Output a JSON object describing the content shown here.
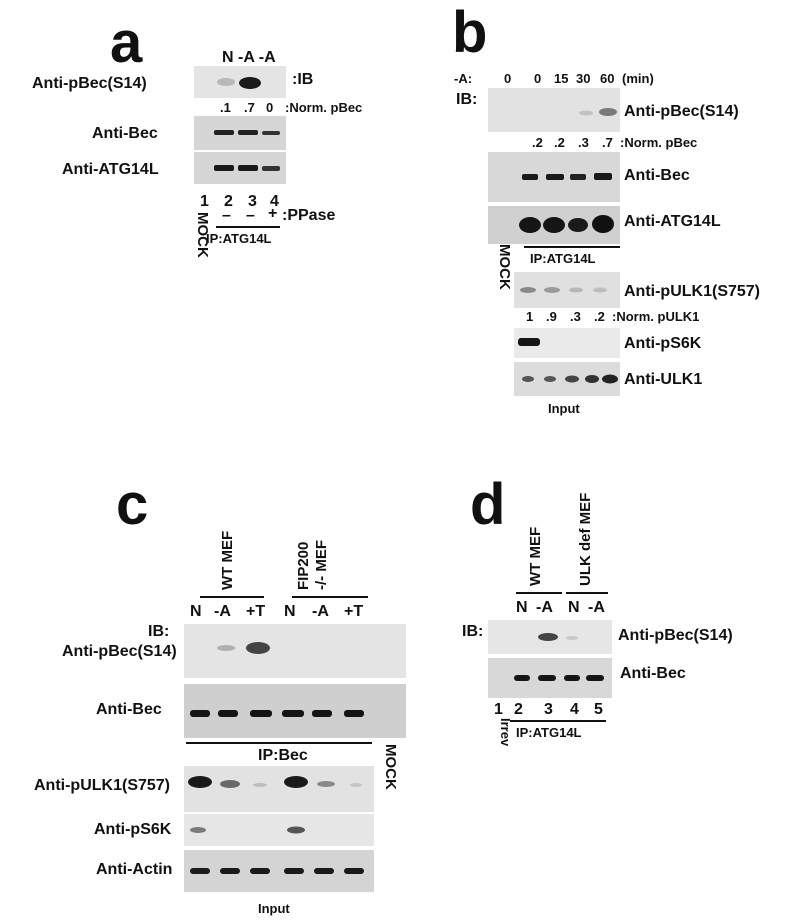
{
  "panel_a": {
    "letter": "a",
    "lane_header": "N -A -A",
    "ib_tag": ":IB",
    "norm_values": [
      ".1",
      ".7",
      "0"
    ],
    "norm_label": ":Norm. pBec",
    "blot_labels": [
      "Anti-pBec(S14)",
      "Anti-Bec",
      "Anti-ATG14L"
    ],
    "lane_numbers": [
      "1",
      "2",
      "3",
      "4"
    ],
    "ppase_marks": [
      "–",
      "–",
      "+"
    ],
    "ppase_label": ":PPase",
    "ip_label": "IP:ATG14L",
    "mock_label": "MOCK"
  },
  "panel_b": {
    "letter": "b",
    "time_prefix": "-A:",
    "times": [
      "0",
      "0",
      "15",
      "30",
      "60"
    ],
    "time_unit": "(min)",
    "ib_label": "IB:",
    "norm_pbec_values": [
      ".2",
      ".2",
      ".3",
      ".7"
    ],
    "norm_pbec_label": ":Norm. pBec",
    "blot_labels": [
      "Anti-pBec(S14)",
      "Anti-Bec",
      "Anti-ATG14L"
    ],
    "ip_label": "IP:ATG14L",
    "mock_label": "MOCK",
    "input_blot_labels": [
      "Anti-pULK1(S757)",
      "Anti-pS6K",
      "Anti-ULK1"
    ],
    "norm_pulk1_values": [
      "1",
      ".9",
      ".3",
      ".2"
    ],
    "norm_pulk1_label": ":Norm. pULK1",
    "input_label": "Input"
  },
  "panel_c": {
    "letter": "c",
    "group1": "WT MEF",
    "group2_line1": "FIP200",
    "group2_line2": "-/- MEF",
    "lanes": [
      "N",
      "-A",
      "+T",
      "N",
      "-A",
      "+T"
    ],
    "ib_label": "IB:",
    "blot_labels": [
      "Anti-pBec(S14)",
      "Anti-Bec"
    ],
    "ip_label": "IP:Bec",
    "mock_label": "MOCK",
    "input_blot_labels": [
      "Anti-pULK1(S757)",
      "Anti-pS6K",
      "Anti-Actin"
    ],
    "input_label": "Input"
  },
  "panel_d": {
    "letter": "d",
    "group1": "WT MEF",
    "group2": "ULK def MEF",
    "lanes": [
      "N",
      "-A",
      "N",
      "-A"
    ],
    "ib_label": "IB:",
    "blot_labels": [
      "Anti-pBec(S14)",
      "Anti-Bec"
    ],
    "lane_numbers": [
      "1",
      "2",
      "3",
      "4",
      "5"
    ],
    "irrev_label": "Irrev",
    "ip_label": "IP:ATG14L"
  },
  "colors": {
    "ink": "#111111",
    "band": "#1a1a1a",
    "membrane_light": "#e4e4e4",
    "membrane_mid": "#cfcfcf"
  }
}
